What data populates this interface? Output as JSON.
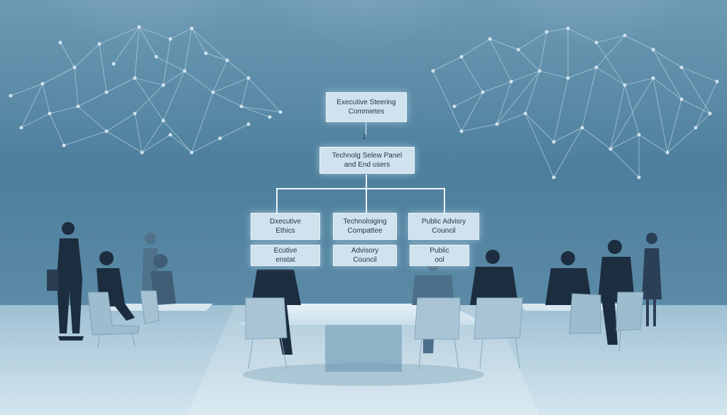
{
  "colors": {
    "wall_top": "#6d9ab4",
    "wall_mid": "#4d7f9c",
    "floor": "#c2d9e6",
    "node_fill": "#cfe2ee",
    "node_text": "#1d3446",
    "network": "#b5d1e1",
    "silhouette": "#1c2d3f",
    "chair": "#9dbccd"
  },
  "org_chart": {
    "top": {
      "line1": "Executive Steering",
      "line2": "Commietes"
    },
    "middle": {
      "line1": "Technolg Selew Panel",
      "line2": "and End users"
    },
    "branches": [
      {
        "line1": "Dxecutive",
        "line2": "Ethics"
      },
      {
        "line1": "Technoloiging",
        "line2": "Compattee"
      },
      {
        "line1": "Public Advisry",
        "line2": "Council"
      }
    ],
    "sub_nodes": [
      {
        "line1": "Ecutive",
        "line2": "enstat"
      },
      {
        "line1": "Advisory",
        "line2": "Council"
      },
      {
        "line1": "Public",
        "line2": "ool"
      }
    ]
  },
  "icons": [
    "network-graph-icon",
    "arrow-down-icon"
  ]
}
